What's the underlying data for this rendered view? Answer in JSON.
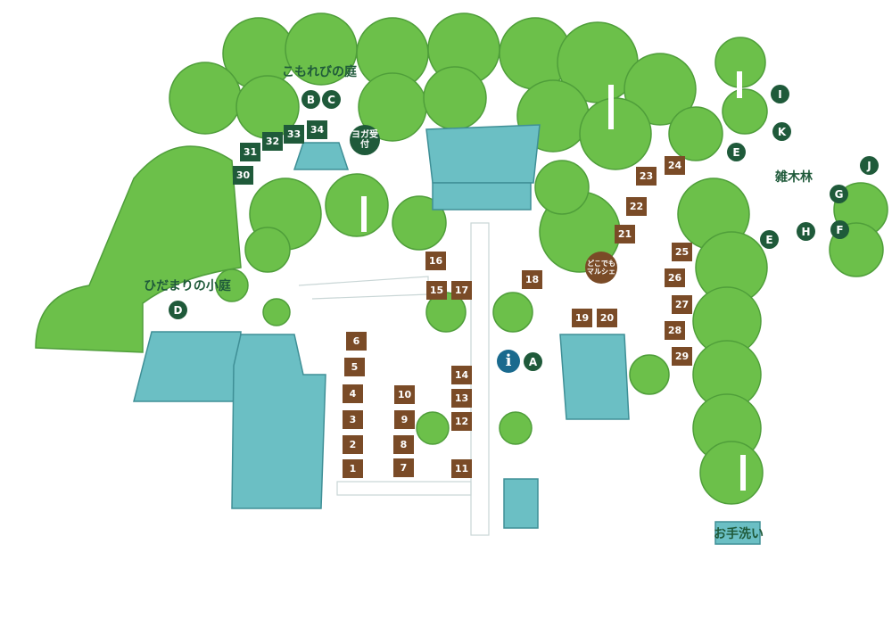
{
  "colors": {
    "tree": "#6cc04a",
    "tree_dark": "#4f9e3a",
    "building": "#6bbfc4",
    "booth": "#7a4b27",
    "marker_green": "#1f5a3a",
    "info": "#1a6a8e"
  },
  "areas": {
    "komorebi": "こもれびの庭",
    "zoukibayashi": "雑木林",
    "hidamari": "ひだまりの小庭",
    "toilet": "お手洗い"
  },
  "special": {
    "yoga": "ヨガ受付",
    "marche": "どこでもマルシェ",
    "info": "i"
  },
  "booths": [
    "1",
    "2",
    "3",
    "4",
    "5",
    "6",
    "7",
    "8",
    "9",
    "10",
    "11",
    "12",
    "13",
    "14",
    "15",
    "16",
    "17",
    "18",
    "19",
    "20",
    "21",
    "22",
    "23",
    "24",
    "25",
    "26",
    "27",
    "28",
    "29"
  ],
  "green_booths": [
    "30",
    "31",
    "32",
    "33",
    "34"
  ],
  "letters": {
    "A": "A",
    "B": "B",
    "C": "C",
    "D": "D",
    "E": "E",
    "F": "F",
    "G": "G",
    "H": "H",
    "I": "I",
    "J": "J",
    "K": "K"
  }
}
